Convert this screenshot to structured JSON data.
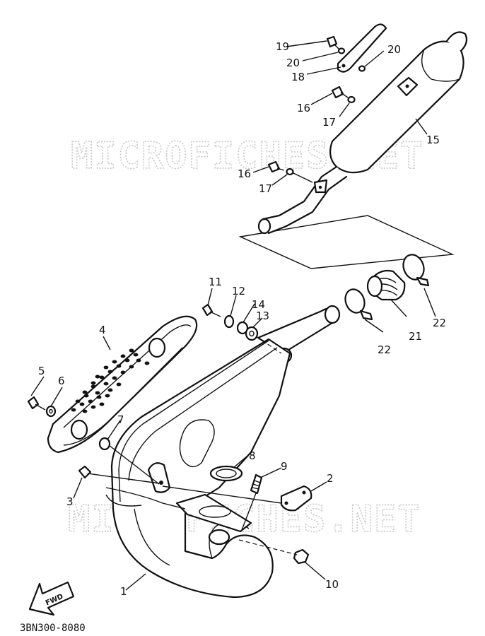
{
  "watermark": "MICROFICHES.NET",
  "diagram_code": "3BN300-8080",
  "fwd_label": "FWD",
  "callouts": {
    "c1": "1",
    "c2": "2",
    "c3": "3",
    "c4": "4",
    "c5": "5",
    "c6": "6",
    "c7": "7",
    "c8": "8",
    "c9": "9",
    "c10": "10",
    "c11": "11",
    "c12": "12",
    "c13": "13",
    "c14": "14",
    "c15": "15",
    "c16a": "16",
    "c16b": "16",
    "c17a": "17",
    "c17b": "17",
    "c18": "18",
    "c19": "19",
    "c20a": "20",
    "c20b": "20",
    "c21": "21",
    "c22a": "22",
    "c22b": "22"
  }
}
